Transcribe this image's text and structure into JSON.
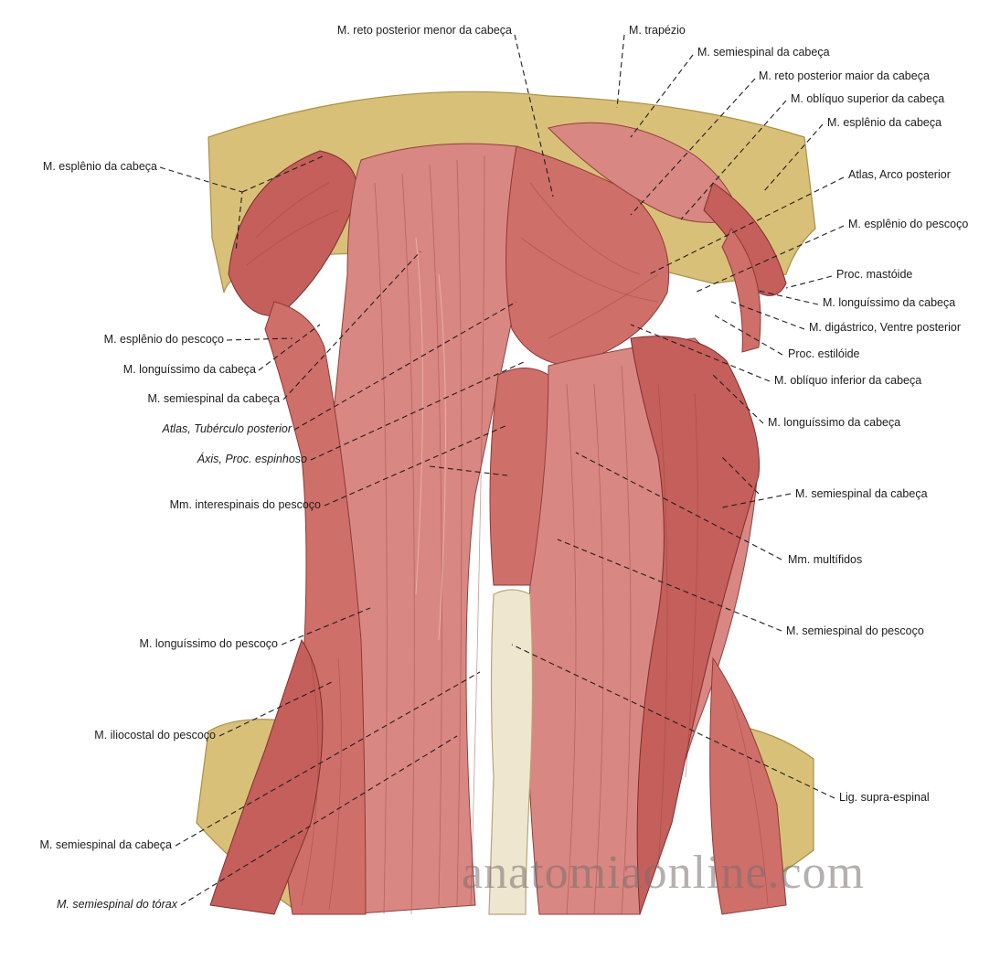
{
  "figure": {
    "watermark": "anatomiaonline.com",
    "colors": {
      "bone": "#d9c079",
      "muscle": "#cf6f6a",
      "ligament": "#efe6cf",
      "leader_line": "#1e1e1e"
    }
  },
  "labels": {
    "reto_post_menor": "M. reto posterior menor da cabeça",
    "trapezio": "M. trapézio",
    "semiesp_cab_top": "M. semiespinal da cabeça",
    "reto_post_maior": "M. reto posterior maior da cabeça",
    "obliquo_sup": "M. oblíquo superior da cabeça",
    "esplenio_cab_right": "M. esplênio da cabeça",
    "atlas_arco": "Atlas, Arco posterior",
    "esplenio_pesc_right": "M. esplênio do pescoço",
    "proc_mastoide": "Proc. mastóide",
    "longuissimo_cab_r1": "M. longuíssimo da cabeça",
    "digastrico": "M. digástrico, Ventre posterior",
    "proc_estiloide": "Proc. estilóide",
    "obliquo_inf": "M. oblíquo inferior da cabeça",
    "longuissimo_cab_r2": "M. longuíssimo da cabeça",
    "semiesp_cab_right": "M. semiespinal da cabeça",
    "multifidos": "Mm. multífidos",
    "semiesp_pesc": "M. semiespinal do pescoço",
    "lig_supra": "Lig. supra-espinal",
    "esplenio_cab_left": "M. esplênio da cabeça",
    "esplenio_pesc_left": "M. esplênio do pescoço",
    "longuissimo_cab_left": "M. longuíssimo da cabeça",
    "semiesp_cab_left": "M. semiespinal da cabeça",
    "atlas_tuberculo": "Atlas, Tubérculo posterior",
    "axis_proc": "Áxis, Proc. espinhoso",
    "interespinais": "Mm. interespinais do pescoço",
    "longuissimo_pesc": "M. longuíssimo do pescoço",
    "iliocostal_pesc": "M. iliocostal do pescoço",
    "semiesp_cab_bottom": "M. semiespinal da cabeça",
    "semiesp_torax": "M. semiespinal do tórax"
  }
}
